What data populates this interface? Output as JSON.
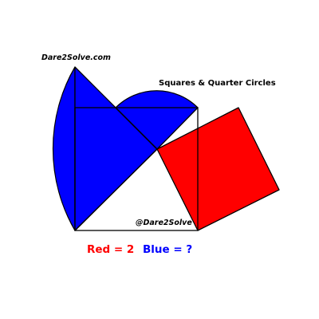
{
  "brand": "Dare2Solve.com",
  "title": "Squares & Quarter Circles",
  "handle": "@Dare2Solve",
  "legend": {
    "red_label": "Red = 2",
    "blue_label": "Blue = ?"
  },
  "colors": {
    "red": "#ff0000",
    "blue": "#0000ff",
    "outline": "#000000",
    "background": "#ffffff"
  }
}
